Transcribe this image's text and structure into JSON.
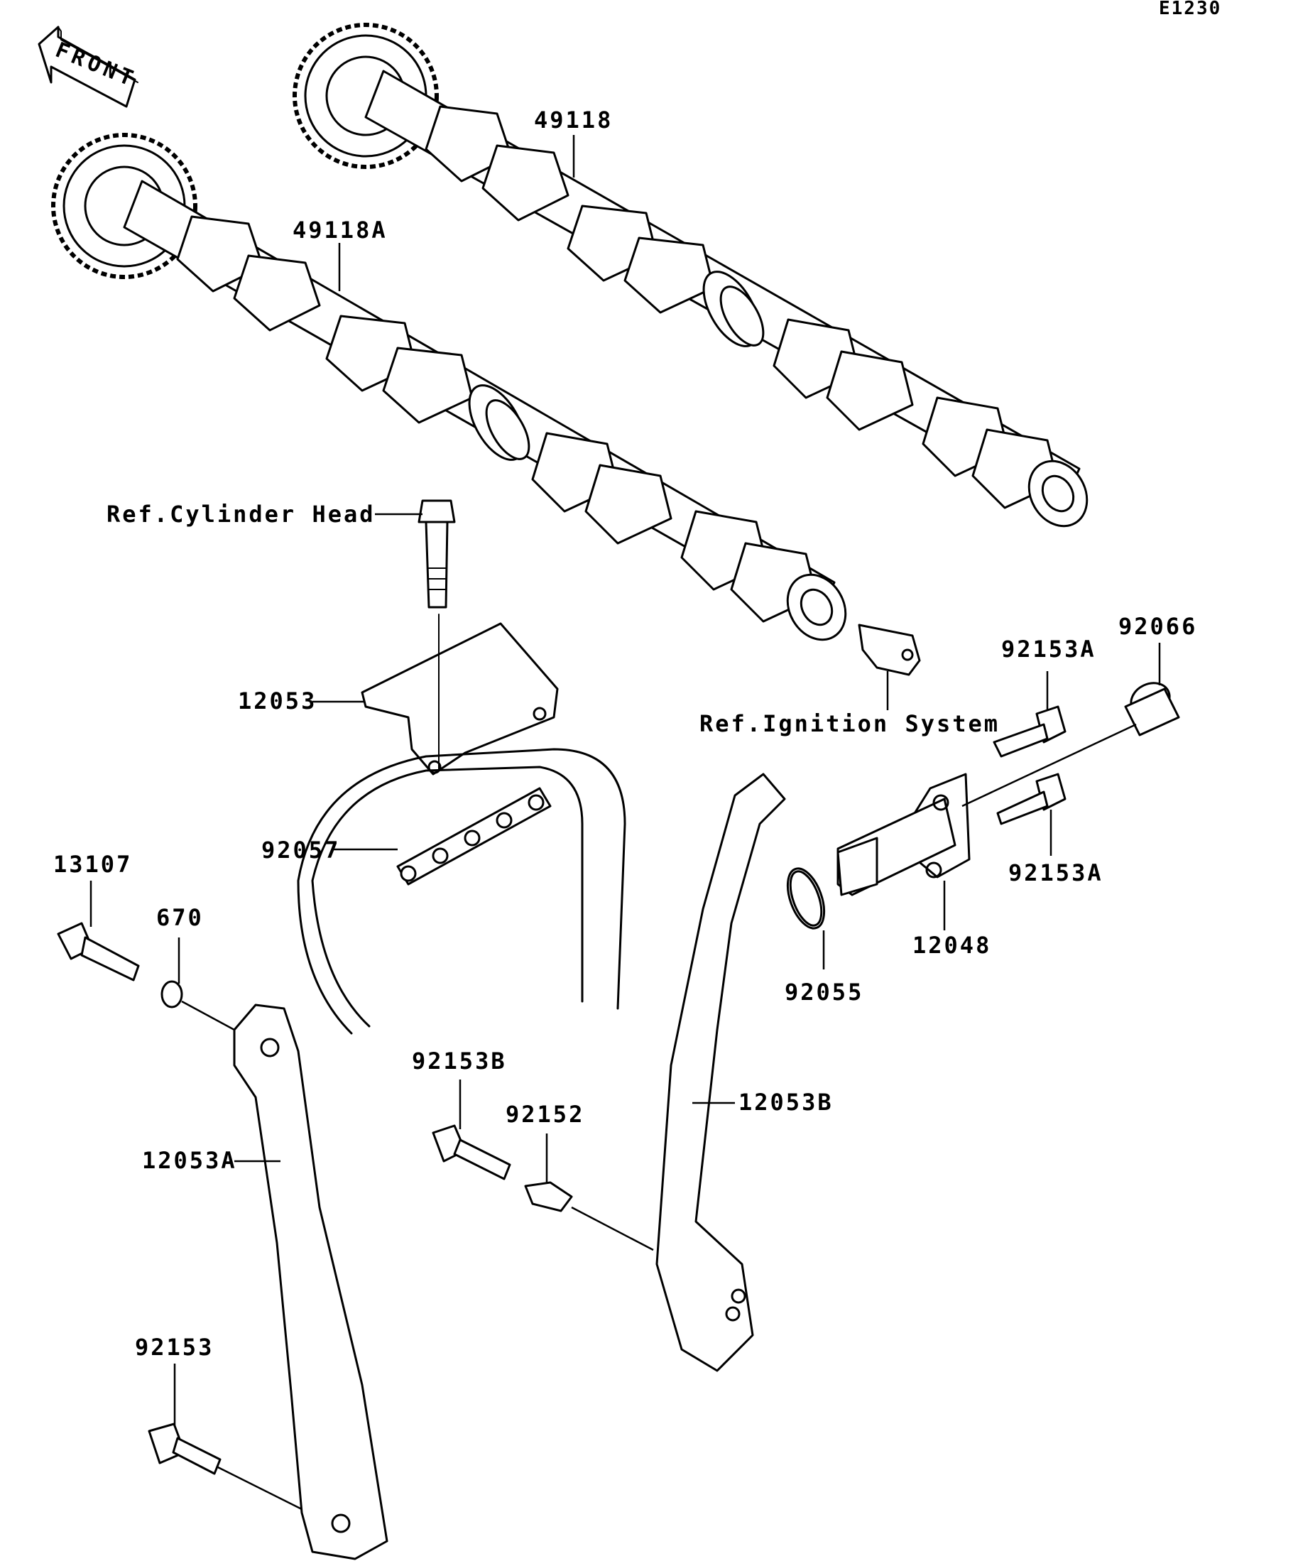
{
  "diagram_code": "E1230",
  "front_arrow_label": "FRONT",
  "labels": {
    "camshaft_exhaust": "49118",
    "camshaft_intake": "49118A",
    "ref_cylinder_head": "Ref.Cylinder Head",
    "chain_guide_top": "12053",
    "ref_ignition_system": "Ref.Ignition System",
    "bolt_92153A_top": "92153A",
    "plug_92066": "92066",
    "bolt_92153A_bottom": "92153A",
    "tensioner_12048": "12048",
    "oring_92055": "92055",
    "cam_chain_92057": "92057",
    "bolt_13107": "13107",
    "oring_670": "670",
    "guide_12053A": "12053A",
    "bolt_92153B": "92153B",
    "collar_92152": "92152",
    "guide_12053B": "12053B",
    "bolt_92153": "92153"
  }
}
